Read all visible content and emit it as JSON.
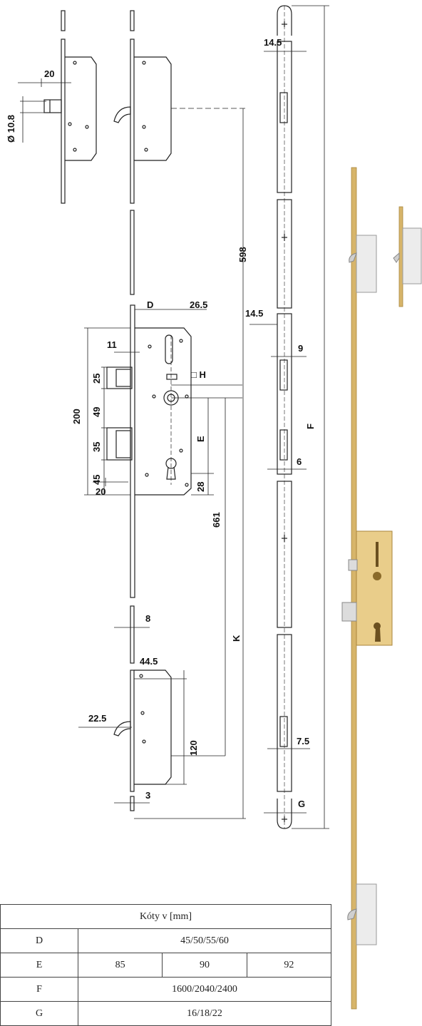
{
  "dimensions": {
    "d20_top": "20",
    "diam": "Ø 10.8",
    "w14_5_top": "14.5",
    "h598": "598",
    "D": "D",
    "w26_5": "26.5",
    "w14_5_mid": "14.5",
    "w11": "11",
    "w9": "9",
    "H": "□ H",
    "h200": "200",
    "h25": "25",
    "h49": "49",
    "h35": "35",
    "h45": "45",
    "E": "E",
    "F": "F",
    "w6": "6",
    "h28": "28",
    "w20_bot": "20",
    "w8": "8",
    "h661": "661",
    "K": "K",
    "w44_5": "44.5",
    "w22_5": "22.5",
    "h120": "120",
    "w7_5": "7.5",
    "G": "G",
    "w3": "3"
  },
  "table": {
    "title": "Kóty v [mm]",
    "rows": [
      {
        "label": "D",
        "values": [
          "45/50/55/60"
        ]
      },
      {
        "label": "E",
        "values": [
          "85",
          "90",
          "92"
        ]
      },
      {
        "label": "F",
        "values": [
          "1600/2040/2400"
        ]
      },
      {
        "label": "G",
        "values": [
          "16/18/22"
        ]
      }
    ]
  }
}
